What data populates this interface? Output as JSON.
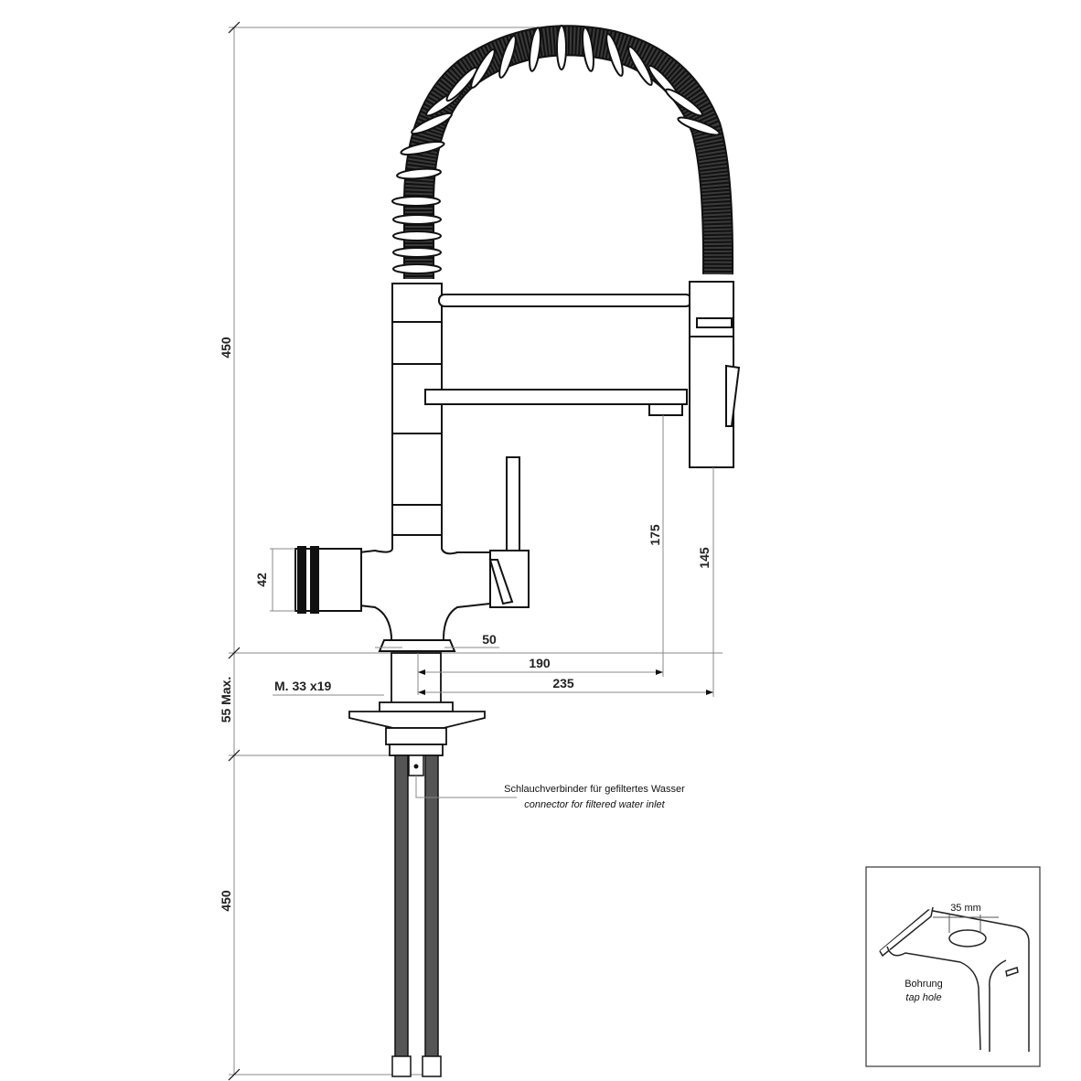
{
  "dimensions": {
    "total_height": "450",
    "inlet_diameter": "42",
    "base_offset": "50",
    "reach_spout": "190",
    "reach_shower": "235",
    "spout_height": "175",
    "shower_height": "145",
    "mount_thread": "M. 33 x19",
    "counter_thickness": "55 Max.",
    "hose_length": "450"
  },
  "connector_note": {
    "de": "Schlauchverbinder für gefiltertes Wasser",
    "en": "connector for filtered water inlet"
  },
  "inset": {
    "hole_size": "35 mm",
    "label_de": "Bohrung",
    "label_en": "tap hole"
  },
  "colors": {
    "line": "#111111",
    "dim_line": "#888888",
    "hose": "#555555",
    "background": "#ffffff"
  }
}
